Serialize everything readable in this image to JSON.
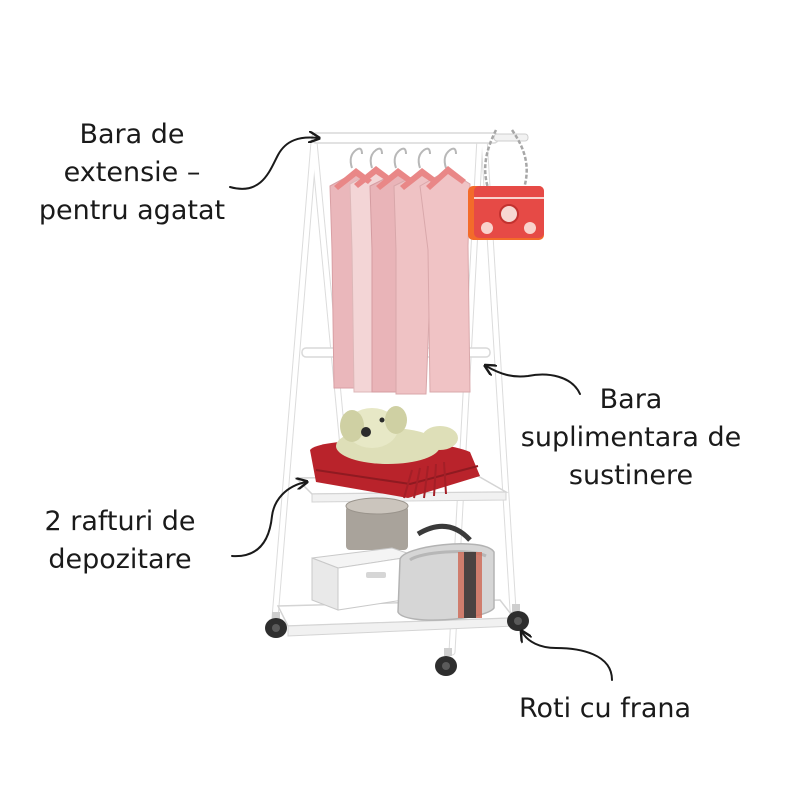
{
  "callouts": {
    "extension_bar": [
      "Bara de",
      "extensie –",
      "pentru agatat"
    ],
    "support_bar": [
      "Bara",
      "suplimentara de",
      "sustinere"
    ],
    "shelves": [
      "2 rafturi de",
      "depozitare"
    ],
    "wheels": [
      "Roti cu frana"
    ]
  },
  "colors": {
    "text": "#1a1a1a",
    "rack": "#ffffff",
    "rack_outline": "#dcdcdc",
    "garment_pink": "#eab7bb",
    "garment_light": "#f3d5d6",
    "hanger": "#e98787",
    "bag_red": "#e64a46",
    "bag_orange": "#f36b2a",
    "blanket_red": "#b9232b",
    "toy_green": "#dedfb8",
    "wheel": "#2e2e2e"
  }
}
